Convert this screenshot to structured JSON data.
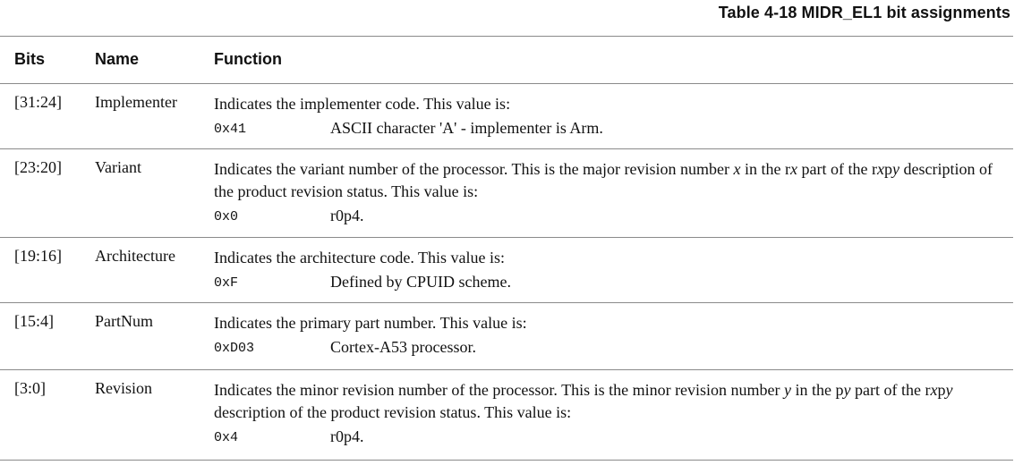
{
  "caption": "Table 4-18 MIDR_EL1 bit assignments",
  "headers": {
    "bits": "Bits",
    "name": "Name",
    "function": "Function"
  },
  "rows": [
    {
      "bits": "[31:24]",
      "name": "Implementer",
      "desc_parts": [
        "Indicates the implementer code. This value is:"
      ],
      "value_code": "0x41",
      "value_meaning": "ASCII character 'A' - implementer is Arm."
    },
    {
      "bits": "[23:20]",
      "name": "Variant",
      "desc_parts": [
        "Indicates the variant number of the processor. This is the major revision number ",
        "x",
        " in the r",
        "x",
        " part of the r",
        "x",
        "p",
        "y",
        " description of the product revision status. This value is:"
      ],
      "value_code": "0x0",
      "value_meaning": "r0p4."
    },
    {
      "bits": "[19:16]",
      "name": "Architecture",
      "desc_parts": [
        "Indicates the architecture code. This value is:"
      ],
      "value_code": "0xF",
      "value_meaning": "Defined by CPUID scheme."
    },
    {
      "bits": "[15:4]",
      "name": "PartNum",
      "desc_parts": [
        "Indicates the primary part number. This value is:"
      ],
      "value_code": "0xD03",
      "value_meaning": "Cortex-A53 processor."
    },
    {
      "bits": "[3:0]",
      "name": "Revision",
      "desc_parts": [
        "Indicates the minor revision number of the processor. This is the minor revision number ",
        "y",
        " in the p",
        "y",
        " part of the r",
        "x",
        "p",
        "y",
        " description of the product revision status. This value is:"
      ],
      "value_code": "0x4",
      "value_meaning": "r0p4."
    }
  ]
}
